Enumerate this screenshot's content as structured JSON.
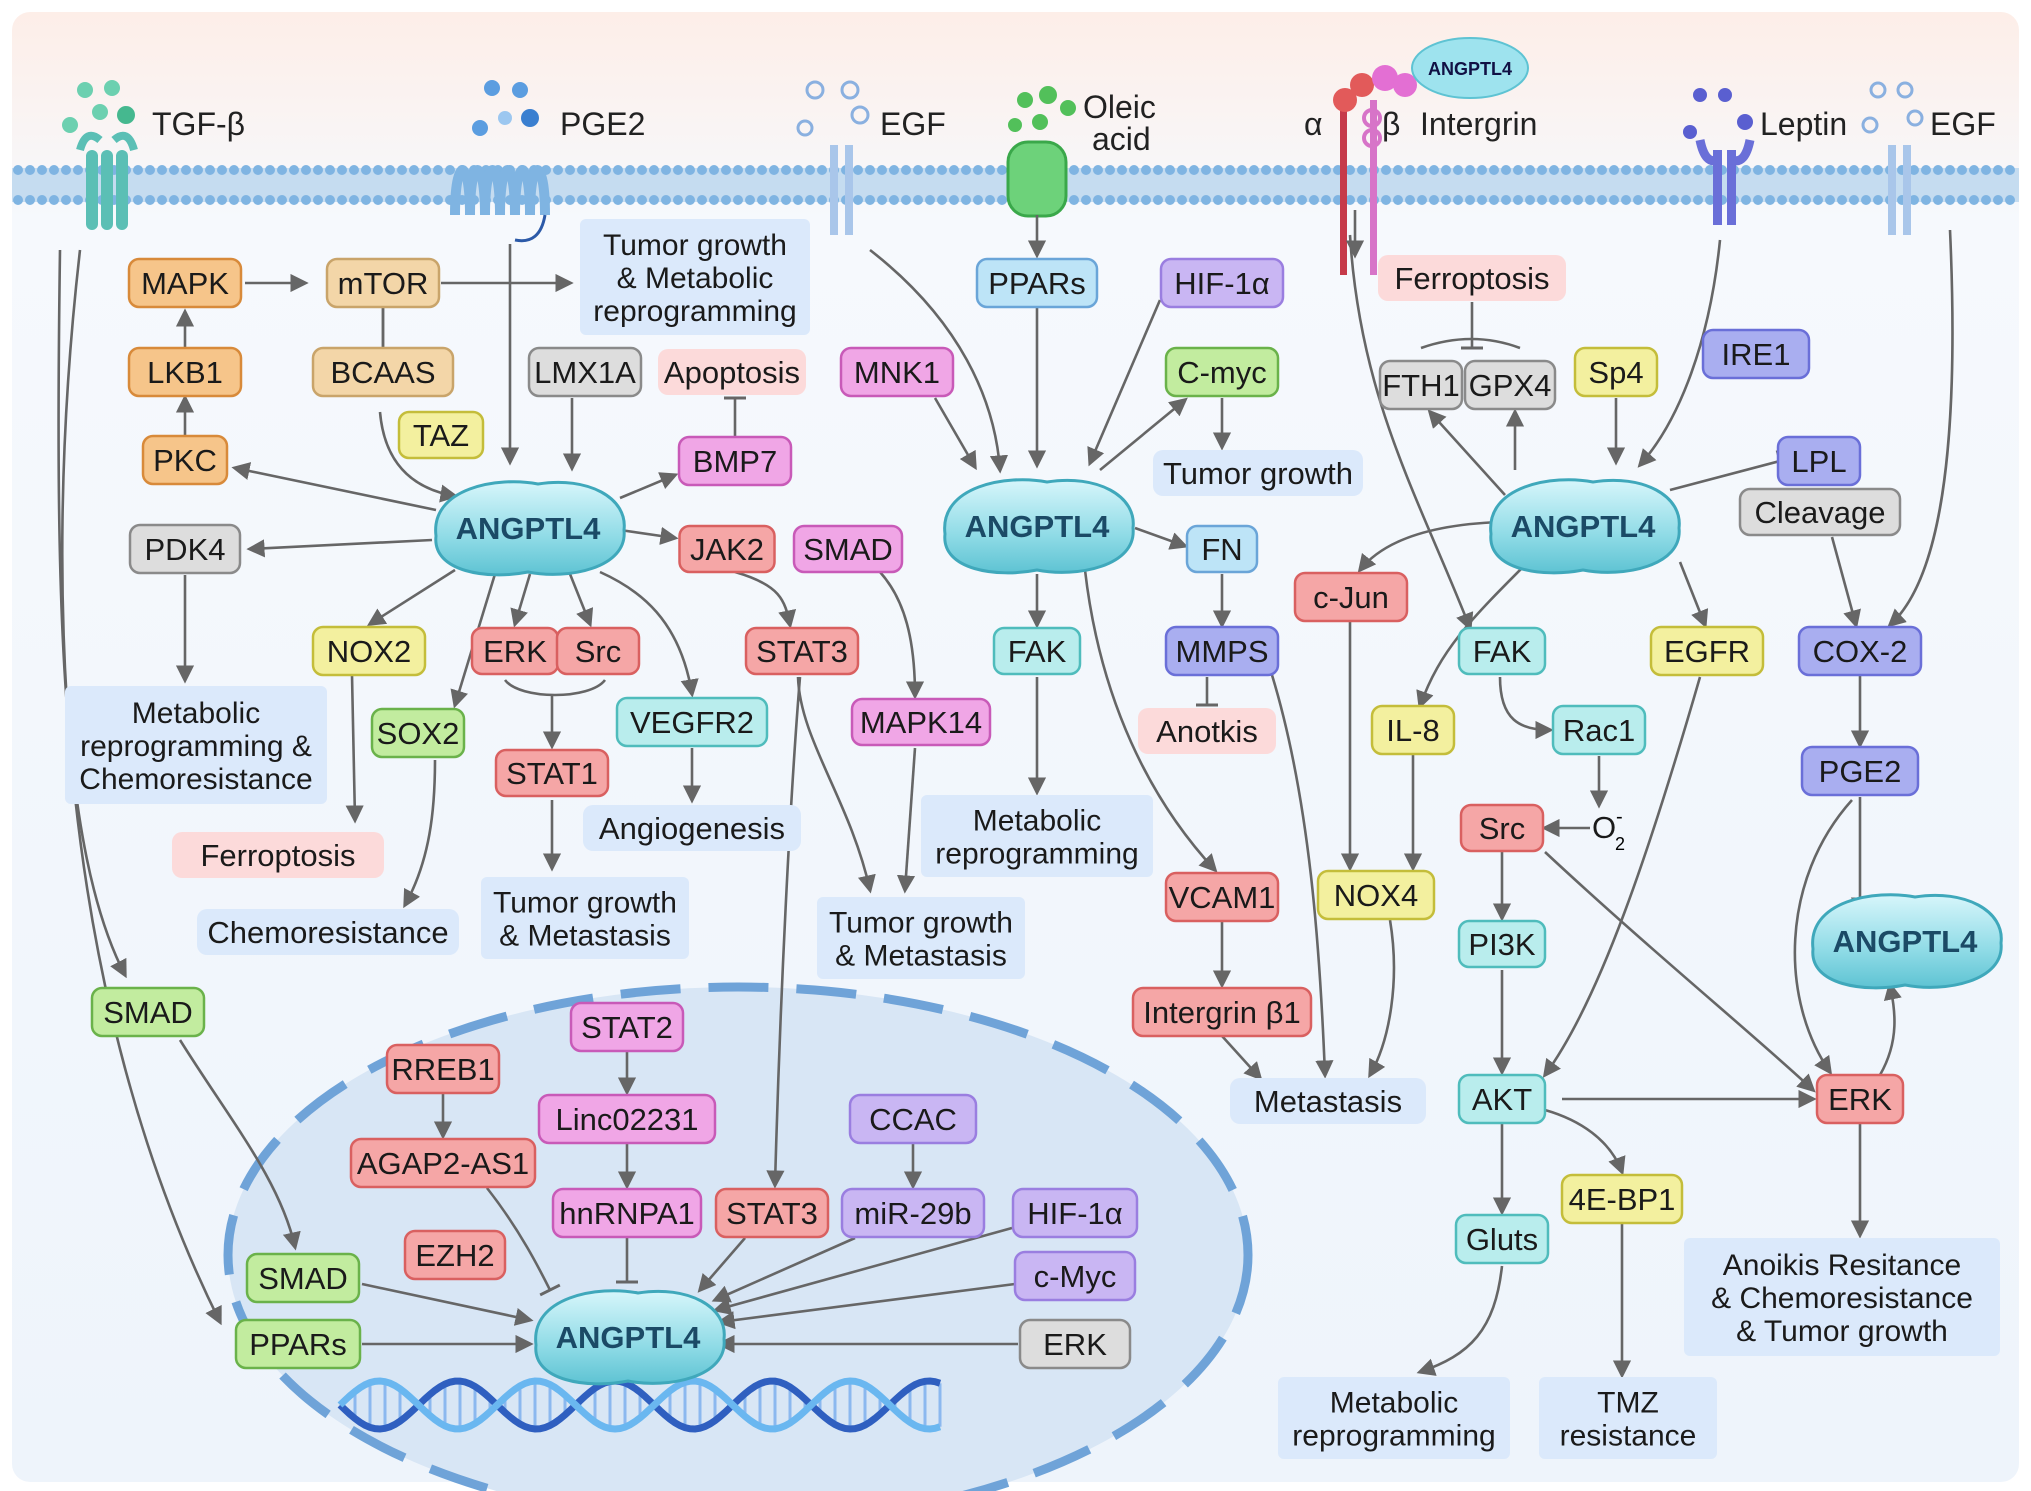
{
  "receptors": {
    "tgfb": "TGF-β",
    "pge2": "PGE2",
    "egf1": "EGF",
    "oleic1": "Oleic",
    "oleic2": "acid",
    "alpha": "α",
    "beta": "β",
    "intergrin": "Intergrin",
    "angptl4_tag": "ANGPTL4",
    "leptin": "Leptin",
    "egf2": "EGF"
  },
  "hub_label": "ANGPTL4",
  "left_panel": {
    "mapk": "MAPK",
    "mtor": "mTOR",
    "lkb1": "LKB1",
    "bcaas": "BCAAS",
    "pkc": "PKC",
    "taz": "TAZ",
    "lmx1a": "LMX1A",
    "apoptosis": "Apoptosis",
    "bmp7": "BMP7",
    "pdk4": "PDK4",
    "jak2": "JAK2",
    "smad": "SMAD",
    "nox2": "NOX2",
    "erk": "ERK",
    "src": "Src",
    "stat3": "STAT3",
    "sox2": "SOX2",
    "vegfr2": "VEGFR2",
    "mapk14": "MAPK14",
    "stat1": "STAT1",
    "tumor_growth_metabolic": [
      "Tumor growth",
      "& Metabolic",
      "reprogramming"
    ],
    "metabolic_chemo": [
      "Metabolic",
      "reprogramming &",
      "Chemoresistance"
    ],
    "ferroptosis": "Ferroptosis",
    "chemoresistance": "Chemoresistance",
    "angiogenesis": "Angiogenesis",
    "tumor_growth_metastasis_a": [
      "Tumor growth",
      "& Metastasis"
    ],
    "tumor_growth_metastasis_b": [
      "Tumor growth",
      "& Metastasis"
    ]
  },
  "middle_panel": {
    "ppars": "PPARs",
    "hif1a": "HIF-1α",
    "mnk1": "MNK1",
    "cmyc": "C-myc",
    "tumor_growth": "Tumor growth",
    "fn": "FN",
    "fak": "FAK",
    "mmps": "MMPS",
    "anotkis": "Anotkis",
    "metabolic": [
      "Metabolic",
      "reprogramming"
    ],
    "vcam1": "VCAM1",
    "intergrin_b1": "Intergrin β1",
    "metastasis": "Metastasis"
  },
  "right_panel": {
    "ferroptosis": "Ferroptosis",
    "fth1": "FTH1",
    "gpx4": "GPX4",
    "sp4": "Sp4",
    "ire1": "IRE1",
    "lpl": "LPL",
    "cleavage": "Cleavage",
    "cjun": "c-Jun",
    "fak": "FAK",
    "egfr": "EGFR",
    "cox2": "COX-2",
    "il8": "IL-8",
    "rac1": "Rac1",
    "pge2": "PGE2",
    "src": "Src",
    "o2": "O",
    "o2_sub": "2",
    "o2_sup": "-",
    "nox4": "NOX4",
    "pi3k": "PI3K",
    "akt": "AKT",
    "erk": "ERK",
    "bp1": "4E-BP1",
    "gluts": "Gluts",
    "anoikis": [
      "Anoikis Resitance",
      "& Chemoresistance",
      "& Tumor growth"
    ],
    "metabolic": [
      "Metabolic",
      "reprogramming"
    ],
    "tmz": [
      "TMZ",
      "resistance"
    ]
  },
  "nucleus": {
    "stat2": "STAT2",
    "rreb1": "RREB1",
    "linc": "Linc02231",
    "ccac": "CCAC",
    "agap2": "AGAP2-AS1",
    "hnrnpa1": "hnRNPA1",
    "stat3": "STAT3",
    "mir29b": "miR-29b",
    "hif1a": "HIF-1α",
    "ezh2": "EZH2",
    "smad_a": "SMAD",
    "smad_b": "SMAD",
    "cmyc": "c-Myc",
    "ppars": "PPARs",
    "erk": "ERK"
  },
  "colors": {
    "orange": "#f6c58a",
    "tan": "#f3d6a8",
    "pink": "#f5a6a6",
    "magenta": "#f0a6e6",
    "purple": "#c9b6f3",
    "indigo": "#a9aef0",
    "blue": "#bde4f7",
    "teal": "#b9eded",
    "green": "#c2ec9f",
    "yellow": "#f3f09f",
    "grey": "#dddddd",
    "outcome": "#dbe9fb",
    "outcome_pink": "#fcdada",
    "hub": "#8fdbe6",
    "membrane": "#c5dcf0",
    "nucleus": "#d8e6f5"
  }
}
